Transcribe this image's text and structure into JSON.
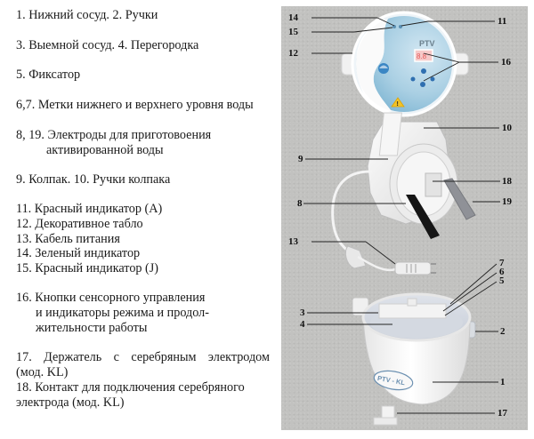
{
  "legend": {
    "items": [
      {
        "text": "1. Нижний сосуд.   2. Ручки"
      },
      {
        "text": "3. Выемной сосуд. 4. Перегородка"
      },
      {
        "text": "5. Фиксатор"
      },
      {
        "text": "6,7. Метки нижнего и верхнего уровня воды"
      },
      {
        "text": "8, 19. Электроды для приготовоения"
      },
      {
        "text": "активированной воды"
      },
      {
        "text": "9. Колпак. 10. Ручки колпака"
      },
      {
        "text": "11. Красный индикатор (А)"
      },
      {
        "text": "12. Декоративное табло"
      },
      {
        "text": "13. Кабель питания"
      },
      {
        "text": "14. Зеленый индикатор"
      },
      {
        "text": "15. Красный индикатор (J)"
      },
      {
        "text": "16. Кнопки сенсорного управления"
      },
      {
        "text": "и индикаторы режима и продол-"
      },
      {
        "text": "жительности работы"
      },
      {
        "text": "17. Держатель с серебряным электродом"
      },
      {
        "text": "(мод. KL)"
      },
      {
        "text": "18. Контакт для подключения серебряного"
      },
      {
        "text": "электрода  (мод. KL)"
      }
    ]
  },
  "diagram": {
    "panel_color": "#c2c2c0",
    "display_brand": "PTV",
    "vessel_brand": "PTV - KL",
    "callouts": {
      "n1": "1",
      "n2": "2",
      "n3": "3",
      "n4": "4",
      "n5": "5",
      "n6": "6",
      "n7": "7",
      "n8": "8",
      "n9": "9",
      "n10": "10",
      "n11": "11",
      "n12": "12",
      "n13": "13",
      "n14": "14",
      "n15": "15",
      "n16": "16",
      "n17": "17",
      "n18": "18",
      "n19": "19"
    }
  }
}
